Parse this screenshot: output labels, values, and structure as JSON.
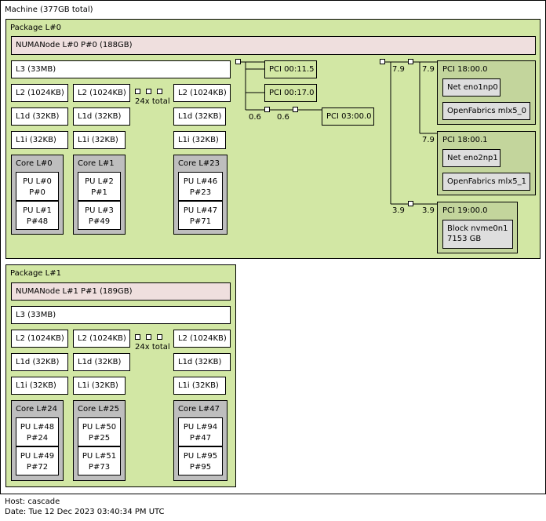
{
  "machine": {
    "title": "Machine (377GB total)"
  },
  "packages": [
    {
      "title": "Package L#0",
      "numa": "NUMANode L#0 P#0 (188GB)",
      "l3": "L3 (33MB)",
      "l2": [
        "L2 (1024KB)",
        "L2 (1024KB)",
        "L2 (1024KB)"
      ],
      "l1d": [
        "L1d (32KB)",
        "L1d (32KB)",
        "L1d (32KB)"
      ],
      "l1i": [
        "L1i (32KB)",
        "L1i (32KB)",
        "L1i (32KB)"
      ],
      "total": "24x total",
      "cores": [
        {
          "title": "Core L#0",
          "pus": [
            {
              "l": "PU L#0",
              "p": "P#0"
            },
            {
              "l": "PU L#1",
              "p": "P#48"
            }
          ]
        },
        {
          "title": "Core L#1",
          "pus": [
            {
              "l": "PU L#2",
              "p": "P#1"
            },
            {
              "l": "PU L#3",
              "p": "P#49"
            }
          ]
        },
        {
          "title": "Core L#23",
          "pus": [
            {
              "l": "PU L#46",
              "p": "P#23"
            },
            {
              "l": "PU L#47",
              "p": "P#71"
            }
          ]
        }
      ]
    },
    {
      "title": "Package L#1",
      "numa": "NUMANode L#1 P#1 (189GB)",
      "l3": "L3 (33MB)",
      "l2": [
        "L2 (1024KB)",
        "L2 (1024KB)",
        "L2 (1024KB)"
      ],
      "l1d": [
        "L1d (32KB)",
        "L1d (32KB)",
        "L1d (32KB)"
      ],
      "l1i": [
        "L1i (32KB)",
        "L1i (32KB)",
        "L1i (32KB)"
      ],
      "total": "24x total",
      "cores": [
        {
          "title": "Core L#24",
          "pus": [
            {
              "l": "PU L#48",
              "p": "P#24"
            },
            {
              "l": "PU L#49",
              "p": "P#72"
            }
          ]
        },
        {
          "title": "Core L#25",
          "pus": [
            {
              "l": "PU L#50",
              "p": "P#25"
            },
            {
              "l": "PU L#51",
              "p": "P#73"
            }
          ]
        },
        {
          "title": "Core L#47",
          "pus": [
            {
              "l": "PU L#94",
              "p": "P#47"
            },
            {
              "l": "PU L#95",
              "p": "P#95"
            }
          ]
        }
      ]
    }
  ],
  "pci": {
    "dev_11_5": "PCI 00:11.5",
    "dev_17_0": "PCI 00:17.0",
    "dev_03_00": "PCI 03:00.0",
    "speed_06_a": "0.6",
    "speed_06_b": "0.6",
    "dev_18_0": "PCI 18:00.0",
    "net0": "Net eno1np0",
    "ofab0": "OpenFabrics mlx5_0",
    "dev_18_1": "PCI 18:00.1",
    "net1": "Net eno2np1",
    "ofab1": "OpenFabrics mlx5_1",
    "dev_19_0": "PCI 19:00.0",
    "block_name": "Block nvme0n1",
    "block_size": "7153 GB",
    "speed_79_a": "7.9",
    "speed_79_b": "7.9",
    "speed_79_c": "7.9",
    "speed_39_a": "3.9",
    "speed_39_b": "3.9"
  },
  "footer": {
    "host": "Host: cascade",
    "date": "Date: Tue 12 Dec 2023 03:40:34 PM UTC"
  }
}
